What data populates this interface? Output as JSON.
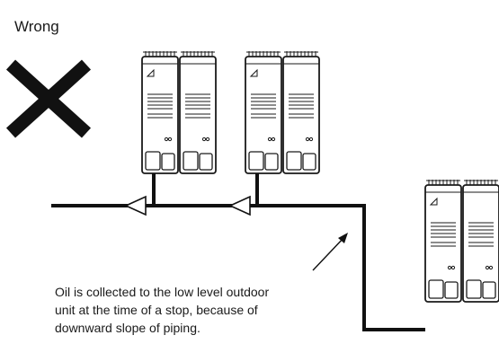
{
  "title": "Wrong",
  "note": {
    "line1": "Oil is collected to the low level outdoor",
    "line2": "unit at the time of a stop, because of",
    "line3": "downward slope of piping."
  },
  "icons": {
    "wrong_mark": "x-mark-icon",
    "unit": "outdoor-unit-icon",
    "valve": "check-valve-icon",
    "pointer": "arrow-icon"
  }
}
